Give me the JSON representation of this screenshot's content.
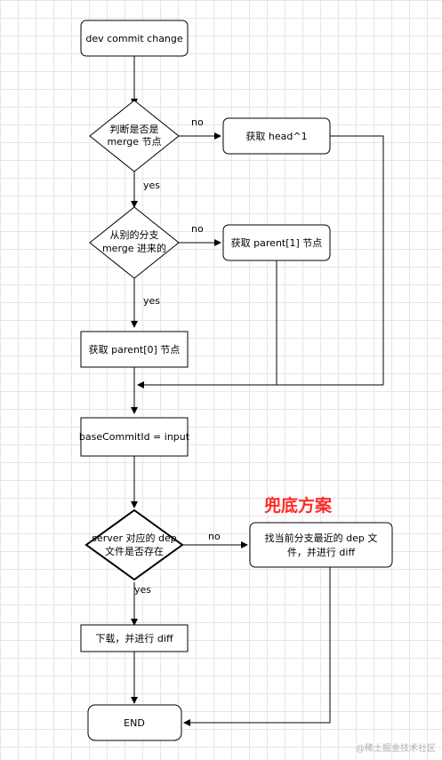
{
  "nodes": {
    "start": "dev commit change",
    "is_merge_l1": "判断是否是",
    "is_merge_l2": "merge 节点",
    "get_head": "获取 head^1",
    "from_branch_l1": "从别的分支",
    "from_branch_l2": "merge 进来的",
    "get_parent1": "获取 parent[1] 节点",
    "get_parent0": "获取 parent[0] 节点",
    "assign_base": "baseCommitId = input",
    "dep_exists_l1": "server 对应的 dep",
    "dep_exists_l2": "文件是否存在",
    "find_dep_l1": "找当前分支最近的 dep 文",
    "find_dep_l2": "件，并进行 diff",
    "download": "下载，并进行 diff",
    "end": "END"
  },
  "edges": {
    "no_1": "no",
    "yes_1": "yes",
    "no_2": "no",
    "yes_2": "yes",
    "no_3": "no",
    "yes_3": "yes"
  },
  "annotation": "兜底方案",
  "watermark": "@稀土掘金技术社区"
}
